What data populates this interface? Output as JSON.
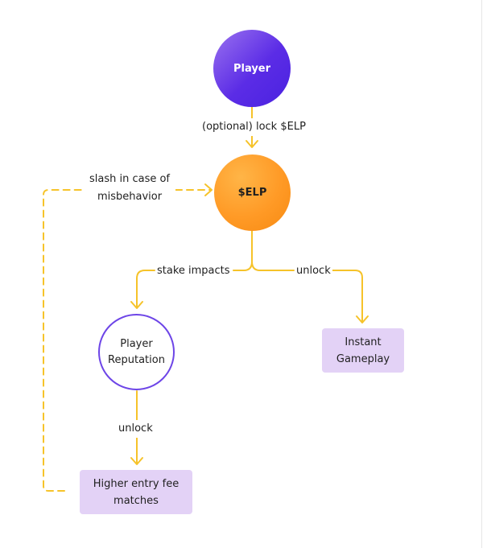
{
  "diagram": {
    "nodes": {
      "player": "Player",
      "elp": "$ELP",
      "reputation": "Player Reputation",
      "instant": "Instant Gameplay",
      "higher": "Higher entry fee matches"
    },
    "edges": {
      "lock": "(optional) lock $ELP",
      "slash": "slash in case of misbehavior",
      "stake": "stake impacts",
      "unlock_instant": "unlock",
      "unlock_higher": "unlock"
    }
  },
  "colors": {
    "connector": "#f6c32a",
    "player": "#5b2ce6",
    "elp": "#ff9a26",
    "reputation_border": "#6d45e7",
    "box_fill": "#e3d2f6"
  }
}
